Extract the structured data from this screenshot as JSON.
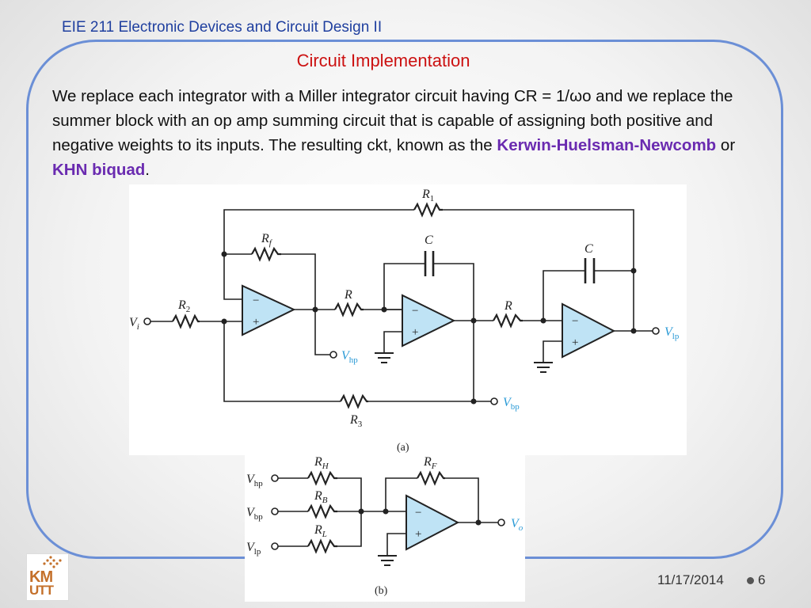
{
  "header": {
    "course": "EIE 211 Electronic Devices and Circuit Design II"
  },
  "slide": {
    "title": "Circuit Implementation",
    "text_part1": "We replace each integrator with a Miller integrator circuit having CR = 1/ωo and we replace the summer block with an op amp summing circuit that is capable of assigning both positive  and negative weights to its inputs. The resulting ckt, known as the ",
    "kw1": "Kerwin-Huelsman-Newcomb",
    "text_part2": " or ",
    "kw2": "KHN biquad",
    "text_part3": "."
  },
  "figure_a": {
    "labels": {
      "r1": "R",
      "r1_sub": "1",
      "rf": "R",
      "rf_sub": "f",
      "r2": "R",
      "r2_sub": "2",
      "r3": "R",
      "r3_sub": "3",
      "r_a": "R",
      "r_b": "R",
      "c1": "C",
      "c2": "C",
      "vi": "V",
      "vi_sub": "i",
      "vhp": "V",
      "vhp_sub": "hp",
      "vbp": "V",
      "vbp_sub": "bp",
      "vlp": "V",
      "vlp_sub": "lp",
      "minus": "−",
      "plus": "+",
      "caption": "(a)"
    }
  },
  "figure_b": {
    "labels": {
      "rh": "R",
      "rh_sub": "H",
      "rb": "R",
      "rb_sub": "B",
      "rl": "R",
      "rl_sub": "L",
      "rf": "R",
      "rf_sub": "F",
      "vhp": "V",
      "vhp_sub": "hp",
      "vbp": "V",
      "vbp_sub": "bp",
      "vlp": "V",
      "vlp_sub": "lp",
      "vo": "V",
      "vo_sub": "o",
      "minus": "−",
      "plus": "+",
      "caption": "(b)"
    }
  },
  "logo": {
    "line1": "KM",
    "line2": "UTT"
  },
  "footer": {
    "date": "11/17/2014",
    "page": "6"
  }
}
